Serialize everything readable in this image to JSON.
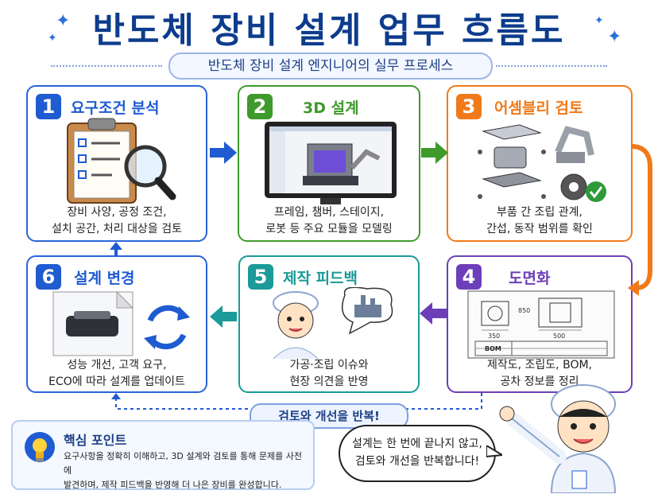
{
  "title": "반도체 장비 설계 업무 흐름도",
  "subtitle": "반도체 장비 설계 엔지니어의 실무 프로세스",
  "steps": [
    {
      "num": "1",
      "title": "요구조건 분석",
      "desc1": "장비 사양, 공정 조건,",
      "desc2": "설치 공간, 처리 대상을 검토"
    },
    {
      "num": "2",
      "title": "3D 설계",
      "desc1": "프레임, 챔버, 스테이지,",
      "desc2": "로봇 등 주요 모듈을 모델링"
    },
    {
      "num": "3",
      "title": "어셈블리 검토",
      "desc1": "부품 간 조립 관계,",
      "desc2": "간섭, 동작 범위를 확인"
    },
    {
      "num": "4",
      "title": "도면화",
      "desc1": "제작도, 조립도, BOM,",
      "desc2": "공차 정보를 정리"
    },
    {
      "num": "5",
      "title": "제작 피드백",
      "desc1": "가공·조립 이슈와",
      "desc2": "현장 의견을 반영"
    },
    {
      "num": "6",
      "title": "설계 변경",
      "desc1": "성능 개선, 고객 요구,",
      "desc2": "ECO에 따라 설계를 업데이트"
    }
  ],
  "drawing_labels": {
    "w1": "850",
    "w2": "350",
    "w3": "500",
    "bom": "BOM"
  },
  "repeat_label": "검토와 개선을 반복!",
  "key_point": {
    "title": "핵심 포인트",
    "line1": "요구사항을 정확히 이해하고, 3D 설계와 검토를 통해 문제를 사전에",
    "line2": "발견하며, 제작 피드백을 반영해 더 나은 장비를 완성합니다."
  },
  "speech": {
    "line1": "설계는 한 번에 끝나지 않고,",
    "line2": "검토와 개선을 반복합니다!"
  },
  "colors": {
    "blue": "#1f5bd1",
    "green": "#3f9a2c",
    "orange": "#f07a1a",
    "purple": "#6c3fb8",
    "teal": "#1a9a98",
    "navy": "#0d3c8c"
  }
}
